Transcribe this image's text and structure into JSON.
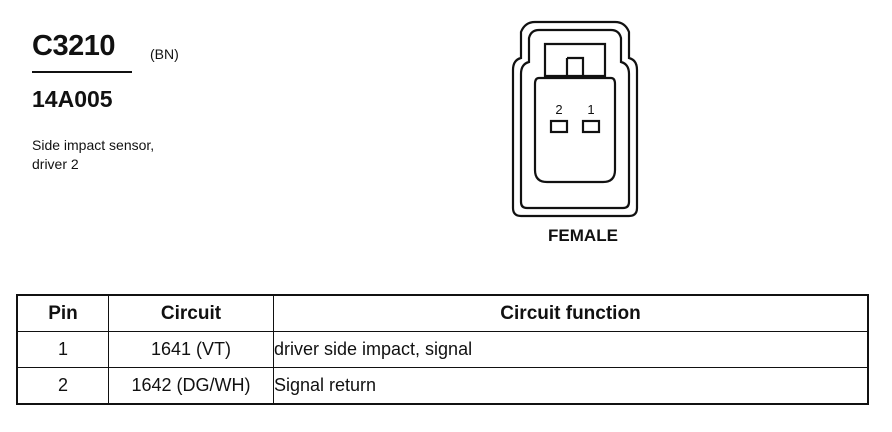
{
  "header": {
    "connector_id": "C3210",
    "color_code": "(BN)",
    "part_number": "14A005",
    "description_lines": [
      "Side impact sensor,",
      "driver 2"
    ]
  },
  "connector_view": {
    "pin_labels": [
      "2",
      "1"
    ],
    "gender": "FEMALE"
  },
  "table": {
    "columns": [
      "Pin",
      "Circuit",
      "Circuit function"
    ],
    "rows": [
      {
        "pin": "1",
        "circuit": "1641 (VT)",
        "function": "driver side impact, signal"
      },
      {
        "pin": "2",
        "circuit": "1642 (DG/WH)",
        "function": "Signal return"
      }
    ]
  }
}
